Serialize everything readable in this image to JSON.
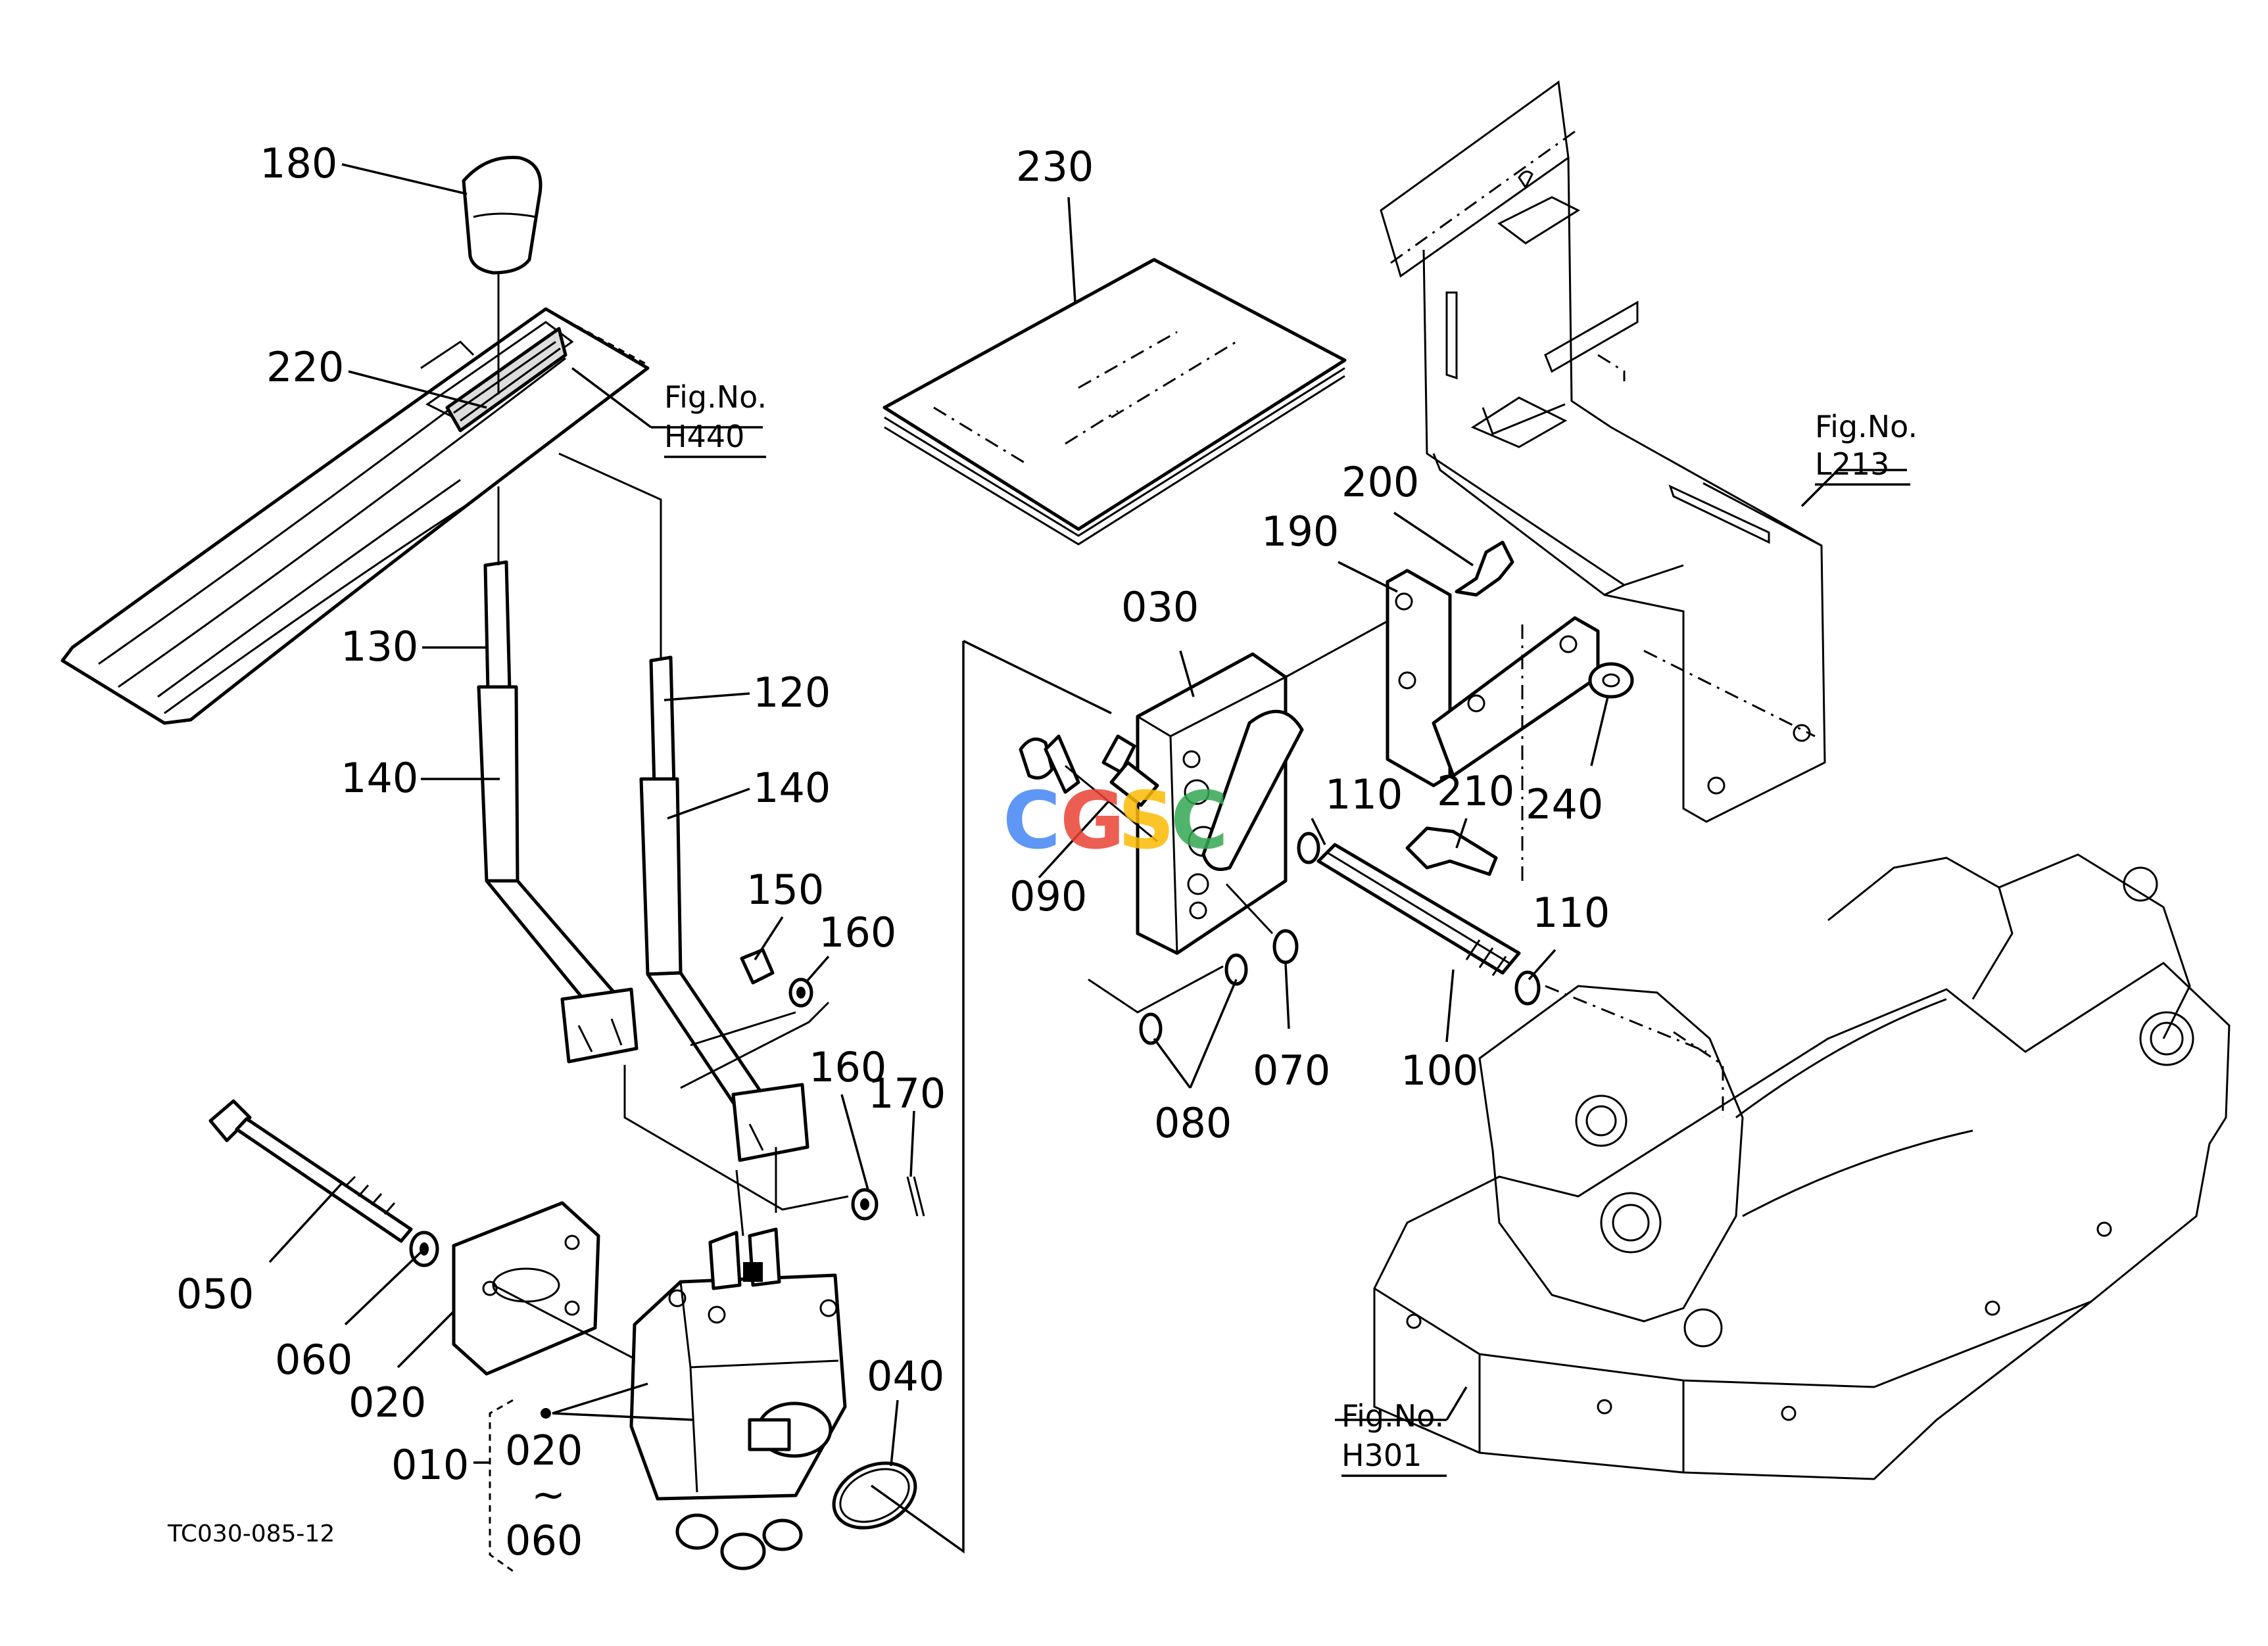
{
  "part_labels": {
    "p180": "180",
    "p220": "220",
    "p130": "130",
    "p140a": "140",
    "p120": "120",
    "p140b": "140",
    "p150": "150",
    "p160a": "160",
    "p160b": "160",
    "p170": "170",
    "p050": "050",
    "p060": "060",
    "p020a": "020",
    "p010": "010",
    "p020b": "020",
    "p_tilde": "~",
    "p060b": "060",
    "p040": "040",
    "p230": "230",
    "p200": "200",
    "p190": "190",
    "p030": "030",
    "p110a": "110",
    "p210": "210",
    "p240": "240",
    "p090": "090",
    "p110b": "110",
    "p080": "080",
    "p070": "070",
    "p100": "100"
  },
  "figure_refs": {
    "h440_label": "Fig.No.",
    "h440_code": "H440",
    "l213_label": "Fig.No.",
    "l213_code": "L213",
    "h301_label": "Fig.No.",
    "h301_code": "H301"
  },
  "drawing_code": "TC030-085-12",
  "watermark": {
    "text": "CGSC",
    "colors": [
      "#4285F4",
      "#EA4335",
      "#FBBC05",
      "#34A853"
    ]
  }
}
